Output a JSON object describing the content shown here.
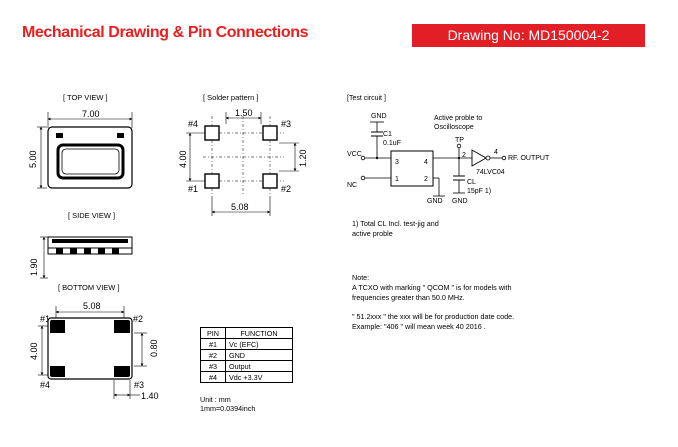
{
  "header": {
    "title": "Mechanical Drawing & Pin Connections",
    "drawing_no": "Drawing No: MD150004-2"
  },
  "views": {
    "top_view": "[ TOP VIEW ]",
    "side_view": "[ SIDE VIEW ]",
    "bottom_view": "[ BOTTOM VIEW ]",
    "solder_pattern": "[ Solder pattern ]",
    "test_circuit": "[Test circuit ]"
  },
  "dims": {
    "top_width": "7.00",
    "top_height": "5.00",
    "side_height": "1.90",
    "bottom_width": "5.08",
    "bottom_height": "4.00",
    "bottom_pad": "0.80",
    "bottom_pad_w": "1.40",
    "solder_top": "1.50",
    "solder_left": "4.00",
    "solder_right": "1.20",
    "solder_bottom": "5.08"
  },
  "pin_labels": {
    "p1": "#1",
    "p2": "#2",
    "p3": "#3",
    "p4": "#4"
  },
  "circuit": {
    "gnd_top": "GND",
    "c1": "C1",
    "c1_val": "0.1uF",
    "vcc": "VCC",
    "nc": "NC",
    "pin3": "3",
    "pin4": "4",
    "pin1": "1",
    "pin2": "2",
    "gnd_bottom": "GND",
    "tp": "TP",
    "probe1": "Active proble to",
    "probe2": "Oscilloscope",
    "in_pin": "2",
    "out_pin": "4",
    "ic": "74LVC04",
    "cl": "CL",
    "cl_val": "15pF 1)",
    "gnd_cl": "GND",
    "output": "RF. OUTPUT"
  },
  "notes": {
    "footnote_1": "1) Total CL Incl. test-jig and",
    "footnote_2": "active proble",
    "note_title": "Note:",
    "note_1": "A TCXO with marking \" QCOM \" is for models with",
    "note_2": "frequencies greater than 50.0 MHz.",
    "note_3": "\" 51.2xxx \" the xxx will be for production date code.",
    "note_4": "Example: \"406 \" will mean week 40 2016 ."
  },
  "pin_table": {
    "headers": [
      "PIN",
      "FUNCTION"
    ],
    "rows": [
      {
        "pin": "#1",
        "function": "Vc (EFC)"
      },
      {
        "pin": "#2",
        "function": "GND"
      },
      {
        "pin": "#3",
        "function": "Output"
      },
      {
        "pin": "#4",
        "function": "Vdc +3.3V"
      }
    ]
  },
  "units": {
    "unit": "Unit : mm",
    "conv": "1mm=0.0394inch"
  }
}
